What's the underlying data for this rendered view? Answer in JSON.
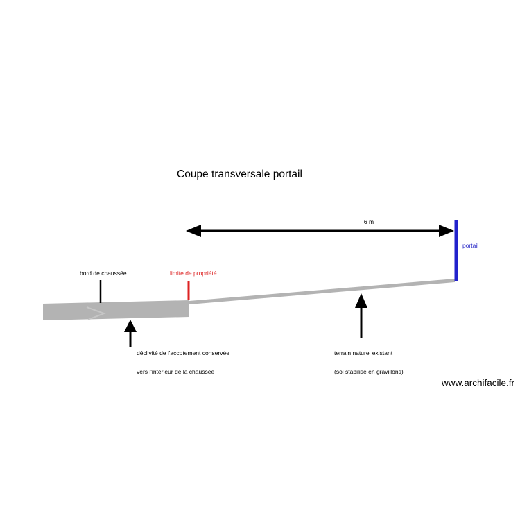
{
  "title": "Coupe transversale portail",
  "watermark": "www.archifacile.fr",
  "dimension": {
    "label": "6 m"
  },
  "labels": {
    "portal": "portail",
    "road_edge": "bord de chaussée",
    "property_limit": "limite de propriété",
    "slope_line1": "déclivité de l'accotement conservée",
    "slope_line2": "vers l'intérieur de la chaussée",
    "terrain_line1": "terrain naturel existant",
    "terrain_line2": "(sol stabilisé en gravillons)"
  },
  "colors": {
    "background": "#ffffff",
    "ink": "#000000",
    "road": "#b3b3b3",
    "terrain_strip": "#b3b3b3",
    "road_marking": "#c6c6c6",
    "portal": "#2222cc",
    "portal_text": "#2a2ac8",
    "property_line": "#dd2222"
  }
}
